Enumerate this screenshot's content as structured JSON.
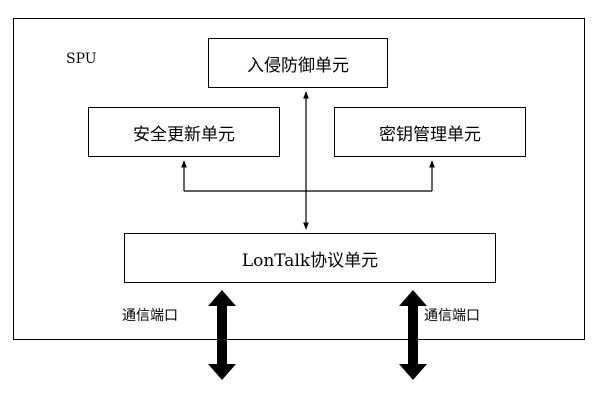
{
  "container": {
    "label": "SPU"
  },
  "units": {
    "intrusion_defense": "入侵防御单元",
    "security_update": "安全更新单元",
    "key_management": "密钥管理单元",
    "lontalk_protocol": "LonTalk协议单元"
  },
  "ports": {
    "left_label": "通信端口",
    "right_label": "通信端口"
  },
  "colors": {
    "line": "#000000",
    "background": "#ffffff"
  }
}
